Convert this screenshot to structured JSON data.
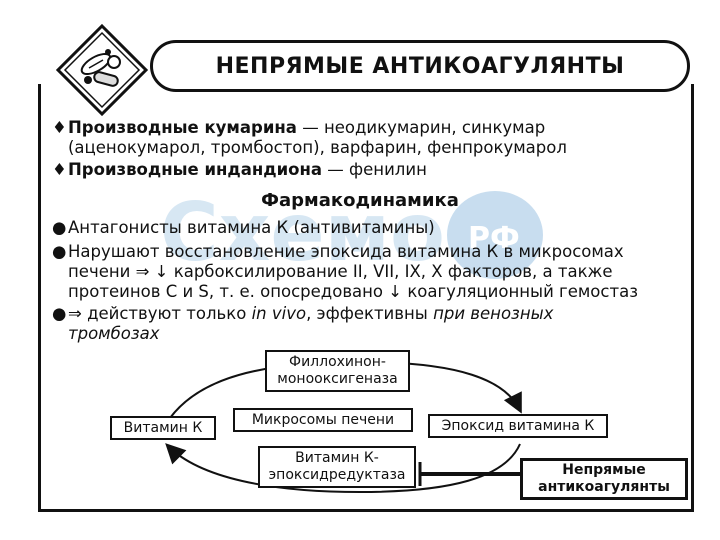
{
  "title": "НЕПРЯМЫЕ АНТИКОАГУЛЯНТЫ",
  "logo_icon": "pills-diamond-icon",
  "watermark_icon": "website-watermark-icon",
  "items": [
    {
      "bullet": "♦",
      "bold": "Производные кумарина",
      "rest": " — неодикумарин, синкумар"
    },
    {
      "cont": "(аценокумарол, тромбостоп), варфарин, фенпрокумарол"
    },
    {
      "bullet": "♦",
      "bold": "Производные индандиона",
      "rest": " — фенилин"
    }
  ],
  "heading": "Фармакодинамика",
  "pd_items": [
    {
      "bullet": "●",
      "text": "Антагонисты витамина К (антивитамины)"
    },
    {
      "bullet": "●",
      "text": "Нарушают восстановление эпоксида витамина К в микросомах"
    },
    {
      "cont": "печени ⇒ ↓ карбоксилирование II, VII, IX, X факторов, а также"
    },
    {
      "cont": "протеинов С и S, т. е. опосредовано ↓ коагуляционный гемостаз"
    },
    {
      "bullet": "●",
      "pre": "⇒ действуют только ",
      "italic1": "in vivo",
      "mid": ", эффективны ",
      "italic2": "при венозных"
    },
    {
      "cont_italic": "тромбозах"
    }
  ],
  "diagram": {
    "top_box": "Филлохинон-\nмонооксигеназа",
    "left_box": "Витамин К",
    "center_box": "Микросомы печени",
    "right_box": "Эпоксид витамина К",
    "bottom_box": "Витамин К-\nэпоксидредуктаза",
    "corner_box": "Непрямые\nантикоагулянты"
  }
}
